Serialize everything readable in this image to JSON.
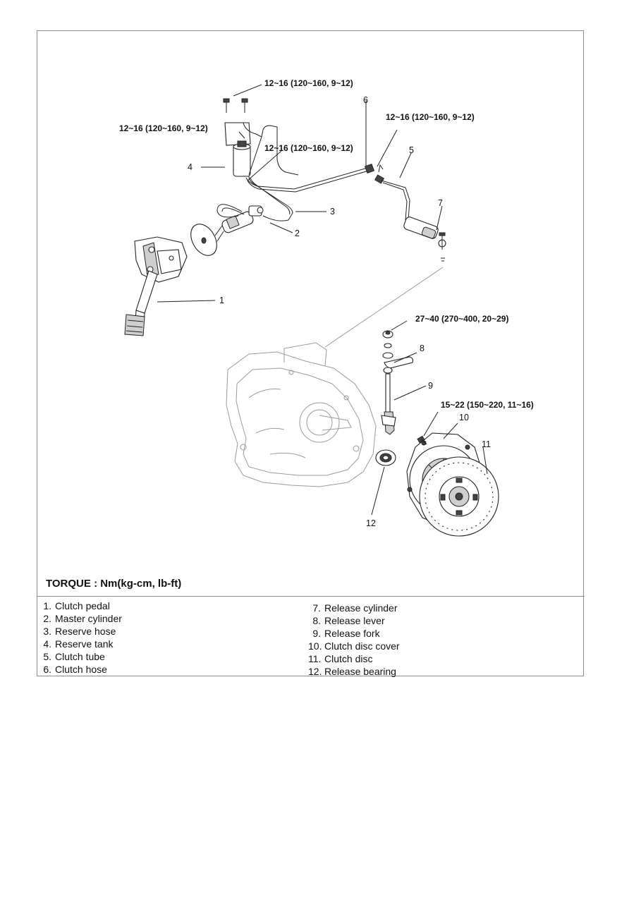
{
  "torque_note": "TORQUE : Nm(kg-cm, lb-ft)",
  "torque_specs": {
    "master_cylinder_bolts": "12~16 (120~160, 9~12)",
    "reserve_tank_bolt": "12~16 (120~160, 9~12)",
    "tube_fitting_master": "12~16 (120~160, 9~12)",
    "tube_hose_joint": "12~16 (120~160, 9~12)",
    "release_lever_nut": "27~40 (270~400, 20~29)",
    "clutch_cover_bolt": "15~22 (150~220, 11~16)"
  },
  "callouts": [
    "1",
    "2",
    "3",
    "4",
    "5",
    "6",
    "7",
    "8",
    "9",
    "10",
    "11",
    "12"
  ],
  "legend": {
    "left": [
      {
        "num": "1.",
        "label": "Clutch pedal"
      },
      {
        "num": "2.",
        "label": "Master cylinder"
      },
      {
        "num": "3.",
        "label": "Reserve hose"
      },
      {
        "num": "4.",
        "label": "Reserve tank"
      },
      {
        "num": "5.",
        "label": "Clutch tube"
      },
      {
        "num": "6.",
        "label": "Clutch hose"
      }
    ],
    "right": [
      {
        "num": "7.",
        "label": "Release cylinder"
      },
      {
        "num": "8.",
        "label": "Release lever"
      },
      {
        "num": "9.",
        "label": "Release fork"
      },
      {
        "num": "10.",
        "label": "Clutch disc cover"
      },
      {
        "num": "11.",
        "label": "Clutch disc"
      },
      {
        "num": "12.",
        "label": "Release bearing"
      }
    ]
  }
}
